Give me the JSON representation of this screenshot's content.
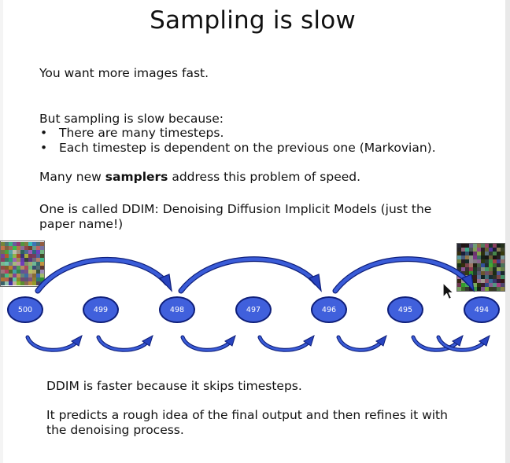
{
  "slide": {
    "title": "Sampling is slow",
    "line1": "You want more images fast.",
    "line2": "But sampling is slow because:",
    "bullets": [
      {
        "dot": "•",
        "text": "There are many timesteps."
      },
      {
        "dot": "•",
        "text": "Each timestep is dependent on the previous one (Markovian)."
      }
    ],
    "samplers": {
      "before": "Many new ",
      "bold": "samplers",
      "after": " address this problem of speed."
    },
    "ddim_line1": "One is called DDIM: Denoising Diffusion Implicit Models (just the",
    "ddim_line2": "paper name!)",
    "conclusion1": "DDIM is faster because it skips timesteps.",
    "conclusion2a": "It predicts a rough idea of the final output and then refines it with",
    "conclusion2b": "the denoising process."
  },
  "diagram": {
    "timesteps": [
      "500",
      "499",
      "498",
      "497",
      "496",
      "495",
      "494"
    ],
    "node_color": "#4060dc",
    "arrow_color": "#1e40b0",
    "noisy_image": "noisy-image-thumbnail",
    "denoised_image": "partially-denoised-image-thumbnail"
  }
}
